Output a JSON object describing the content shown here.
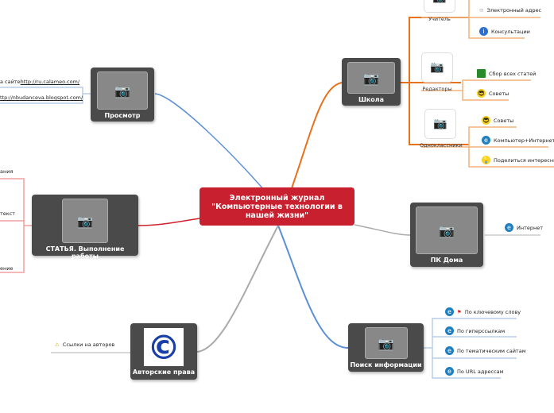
{
  "center": {
    "title": "Электронный журнал \"Компьютерные технологии в нашей жизни\""
  },
  "school": {
    "title": "Школа",
    "subs": [
      {
        "label": "Учитель",
        "leaves": [
          "Электронный адрес",
          "Консультации"
        ]
      },
      {
        "label": "Редакторы",
        "leaves": [
          "Сбор всех статей",
          "Советы"
        ]
      },
      {
        "label": "Одноклассники",
        "leaves": [
          "Советы",
          "Компьютер+Интернет",
          "Поделиться интересными"
        ]
      }
    ]
  },
  "pc": {
    "title": "ПК Дома",
    "leaves": [
      "Интернет"
    ]
  },
  "search": {
    "title": "Поиск информации",
    "leaves": [
      "По ключевому слову",
      "По гиперссылкам",
      "По тематическим сайтам",
      "По URL адрессам"
    ]
  },
  "copyright": {
    "title": "Авторские права",
    "leaves": [
      "Ссылки на авторов"
    ]
  },
  "article": {
    "title": "СТАТЬЯ. Выполнение работы",
    "leaves": [
      "ания",
      "текст",
      "ение"
    ]
  },
  "view": {
    "title": "Просмотр",
    "leaves": [
      {
        "prefix": "а сайте ",
        "link": "http://ru.calameo.com/"
      },
      {
        "prefix": "",
        "link": "ttp://nbudanceva.blogspot.com/"
      }
    ]
  },
  "colors": {
    "center": "#c8202f",
    "orange": "#e8711c",
    "blue": "#5b8fd6",
    "gray": "#aaaaaa",
    "red": "#d0202a"
  }
}
